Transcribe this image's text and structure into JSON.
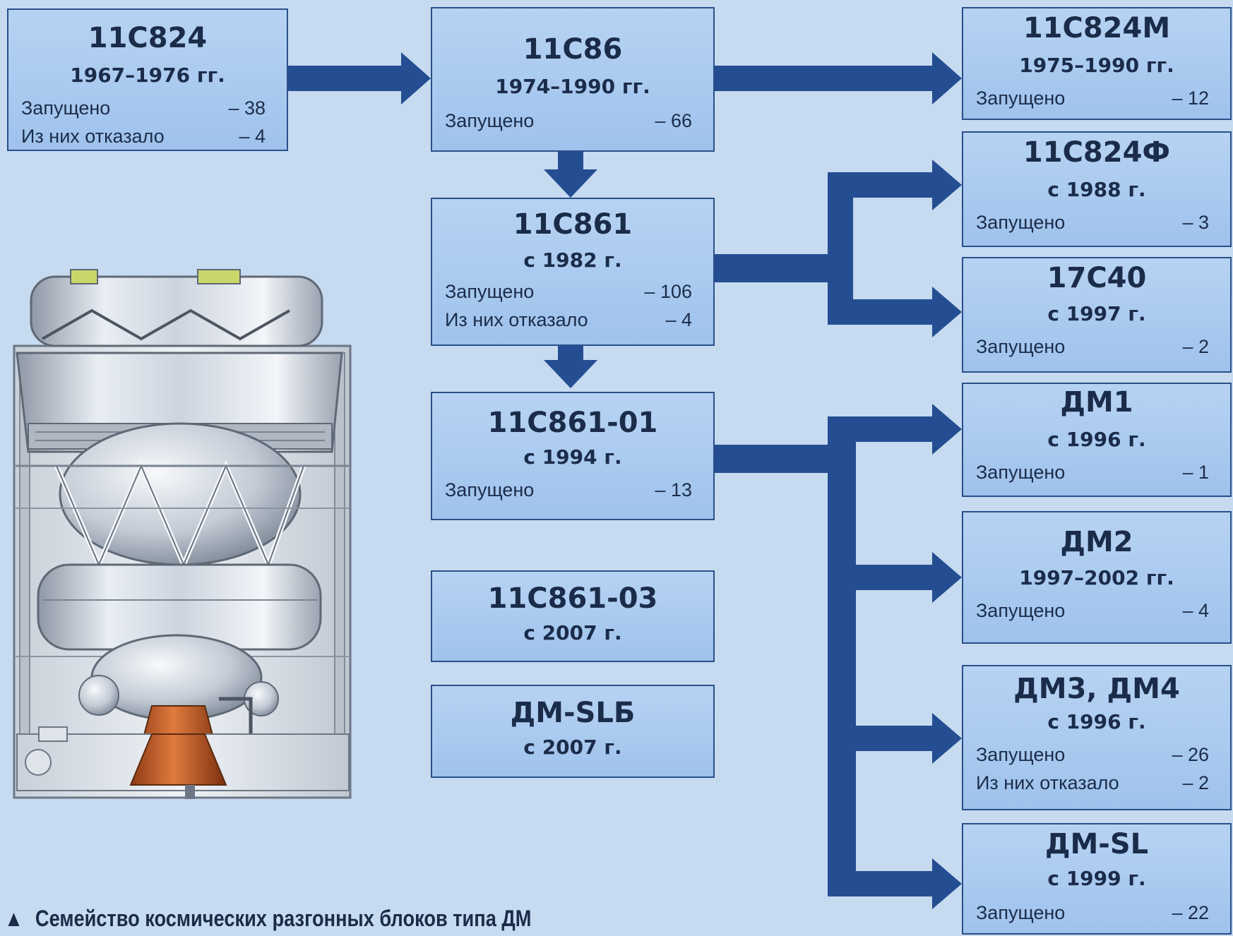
{
  "colors": {
    "background": "#c6daf0",
    "box_fill": "#a9c9ef",
    "box_border": "#2a4f8a",
    "arrow": "#244e91",
    "text": "#1b2c4a"
  },
  "blocks": [
    {
      "name": "11С824",
      "years": "1967–1976 гг.",
      "rows": [
        {
          "label": "Запущено",
          "value": "– 38"
        },
        {
          "label": "Из них отказало",
          "value": "– 4"
        }
      ]
    },
    {
      "name": "11С86",
      "years": "1974–1990 гг.",
      "rows": [
        {
          "label": "Запущено",
          "value": "– 66"
        }
      ]
    },
    {
      "name": "11С861",
      "years": "с 1982 г.",
      "rows": [
        {
          "label": "Запущено",
          "value": "– 106"
        },
        {
          "label": "Из них отказало",
          "value": "– 4"
        }
      ]
    },
    {
      "name": "11С861-01",
      "years": "с 1994 г.",
      "rows": [
        {
          "label": "Запущено",
          "value": "– 13"
        }
      ]
    },
    {
      "name": "11С861-03",
      "years": "с 2007 г.",
      "rows": []
    },
    {
      "name": "ДМ-SLБ",
      "years": "с 2007 г.",
      "rows": []
    },
    {
      "name": "11С824М",
      "years": "1975–1990 гг.",
      "rows": [
        {
          "label": "Запущено",
          "value": "– 12"
        }
      ]
    },
    {
      "name": "11С824Ф",
      "years": "с 1988 г.",
      "rows": [
        {
          "label": "Запущено",
          "value": "– 3"
        }
      ]
    },
    {
      "name": "17С40",
      "years": "с 1997 г.",
      "rows": [
        {
          "label": "Запущено",
          "value": "– 2"
        }
      ]
    },
    {
      "name": "ДМ1",
      "years": "с 1996 г.",
      "rows": [
        {
          "label": "Запущено",
          "value": "– 1"
        }
      ]
    },
    {
      "name": "ДМ2",
      "years": "1997–2002 гг.",
      "rows": [
        {
          "label": "Запущено",
          "value": "– 4"
        }
      ]
    },
    {
      "name": "ДМ3, ДМ4",
      "years": "с 1996 г.",
      "rows": [
        {
          "label": "Запущено",
          "value": "– 26"
        },
        {
          "label": "Из них отказало",
          "value": "– 2"
        }
      ]
    },
    {
      "name": "ДМ-SL",
      "years": "с 1999 г.",
      "rows": [
        {
          "label": "Запущено",
          "value": "– 22"
        }
      ]
    }
  ],
  "caption": "Семейство космических разгонных блоков типа ДМ"
}
